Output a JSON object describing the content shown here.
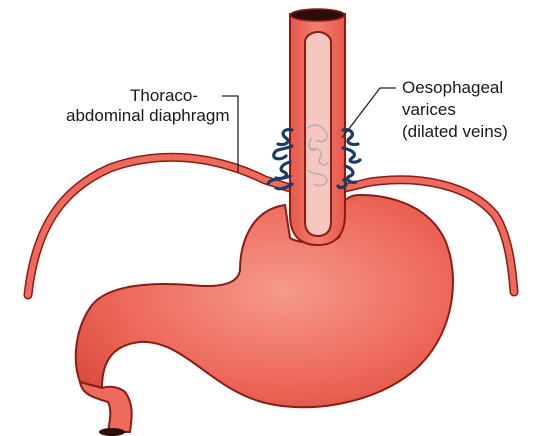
{
  "labels": {
    "diaphragm_line1": "Thoraco-",
    "diaphragm_line2": "abdominal diaphragm",
    "varices_line1": "Oesophageal",
    "varices_line2": "varices",
    "varices_line3": "(dilated veins)"
  },
  "colors": {
    "tissue": "#ee6a5c",
    "tissue_light": "#f4a89e",
    "lumen": "#f6c7c1",
    "outline": "#8a1c14",
    "vein": "#1d3b66",
    "leader": "#222222"
  }
}
